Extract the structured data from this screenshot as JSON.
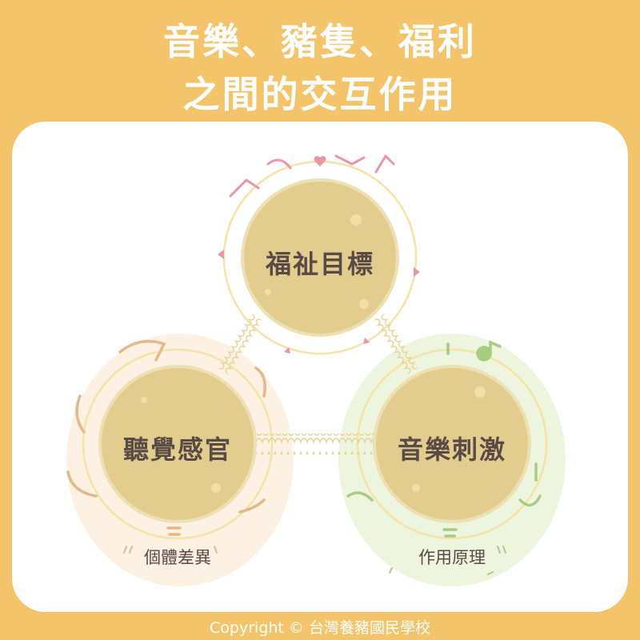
{
  "title": {
    "line1": "音樂、豬隻、福利",
    "line2": "之間的交互作用"
  },
  "nodes": {
    "welfare": "福祉目標",
    "hearing": "聽覺感官",
    "music": "音樂刺激"
  },
  "subs": {
    "individual": "個體差異",
    "mechanism": "作用原理"
  },
  "copyright": "Copyright © 台灣養豬國民學校",
  "colors": {
    "frame": "#F4C46A",
    "node": "#E3CD8E",
    "peach": "#FDF1E4",
    "green": "#EEF5DF",
    "pink": "#E996A8",
    "tan": "#E3B98A",
    "leaf": "#A9CC82"
  }
}
